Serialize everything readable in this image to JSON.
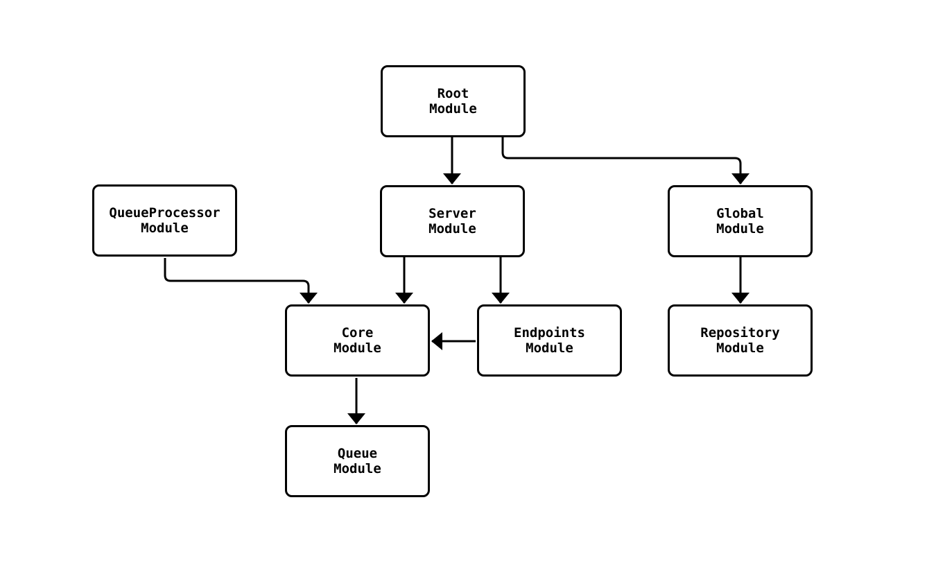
{
  "diagram": {
    "type": "module-dependency-graph",
    "colors": {
      "background": "#ffffff",
      "node_fill": "#ffffff",
      "node_border": "#000000",
      "edge_stroke": "#000000",
      "text": "#000000"
    },
    "nodes": {
      "root": {
        "line1": "Root",
        "line2": "Module"
      },
      "queueprocessor": {
        "line1": "QueueProcessor",
        "line2": "Module"
      },
      "server": {
        "line1": "Server",
        "line2": "Module"
      },
      "global": {
        "line1": "Global",
        "line2": "Module"
      },
      "core": {
        "line1": "Core",
        "line2": "Module"
      },
      "endpoints": {
        "line1": "Endpoints",
        "line2": "Module"
      },
      "repository": {
        "line1": "Repository",
        "line2": "Module"
      },
      "queue": {
        "line1": "Queue",
        "line2": "Module"
      }
    },
    "edges": [
      {
        "from": "root",
        "to": "server"
      },
      {
        "from": "root",
        "to": "global"
      },
      {
        "from": "queueprocessor",
        "to": "core"
      },
      {
        "from": "server",
        "to": "core"
      },
      {
        "from": "server",
        "to": "endpoints"
      },
      {
        "from": "endpoints",
        "to": "core"
      },
      {
        "from": "global",
        "to": "repository"
      },
      {
        "from": "core",
        "to": "queue"
      }
    ]
  }
}
